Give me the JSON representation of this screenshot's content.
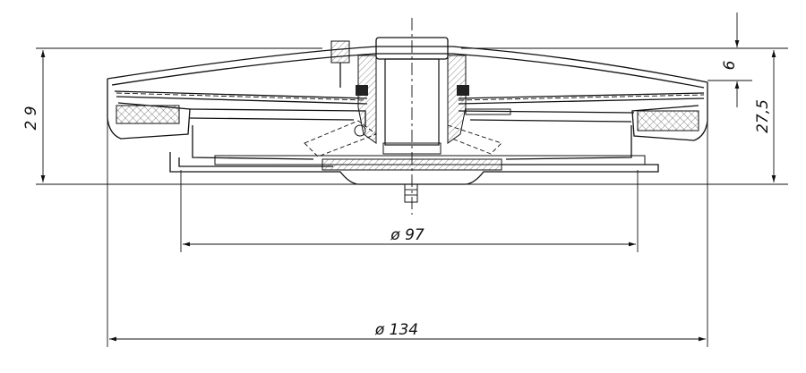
{
  "dimensions": {
    "overall_height": "2 9",
    "cap_height": "6",
    "body_height": "27,5",
    "inner_diameter": "ø 97",
    "outer_diameter": "ø 134"
  }
}
